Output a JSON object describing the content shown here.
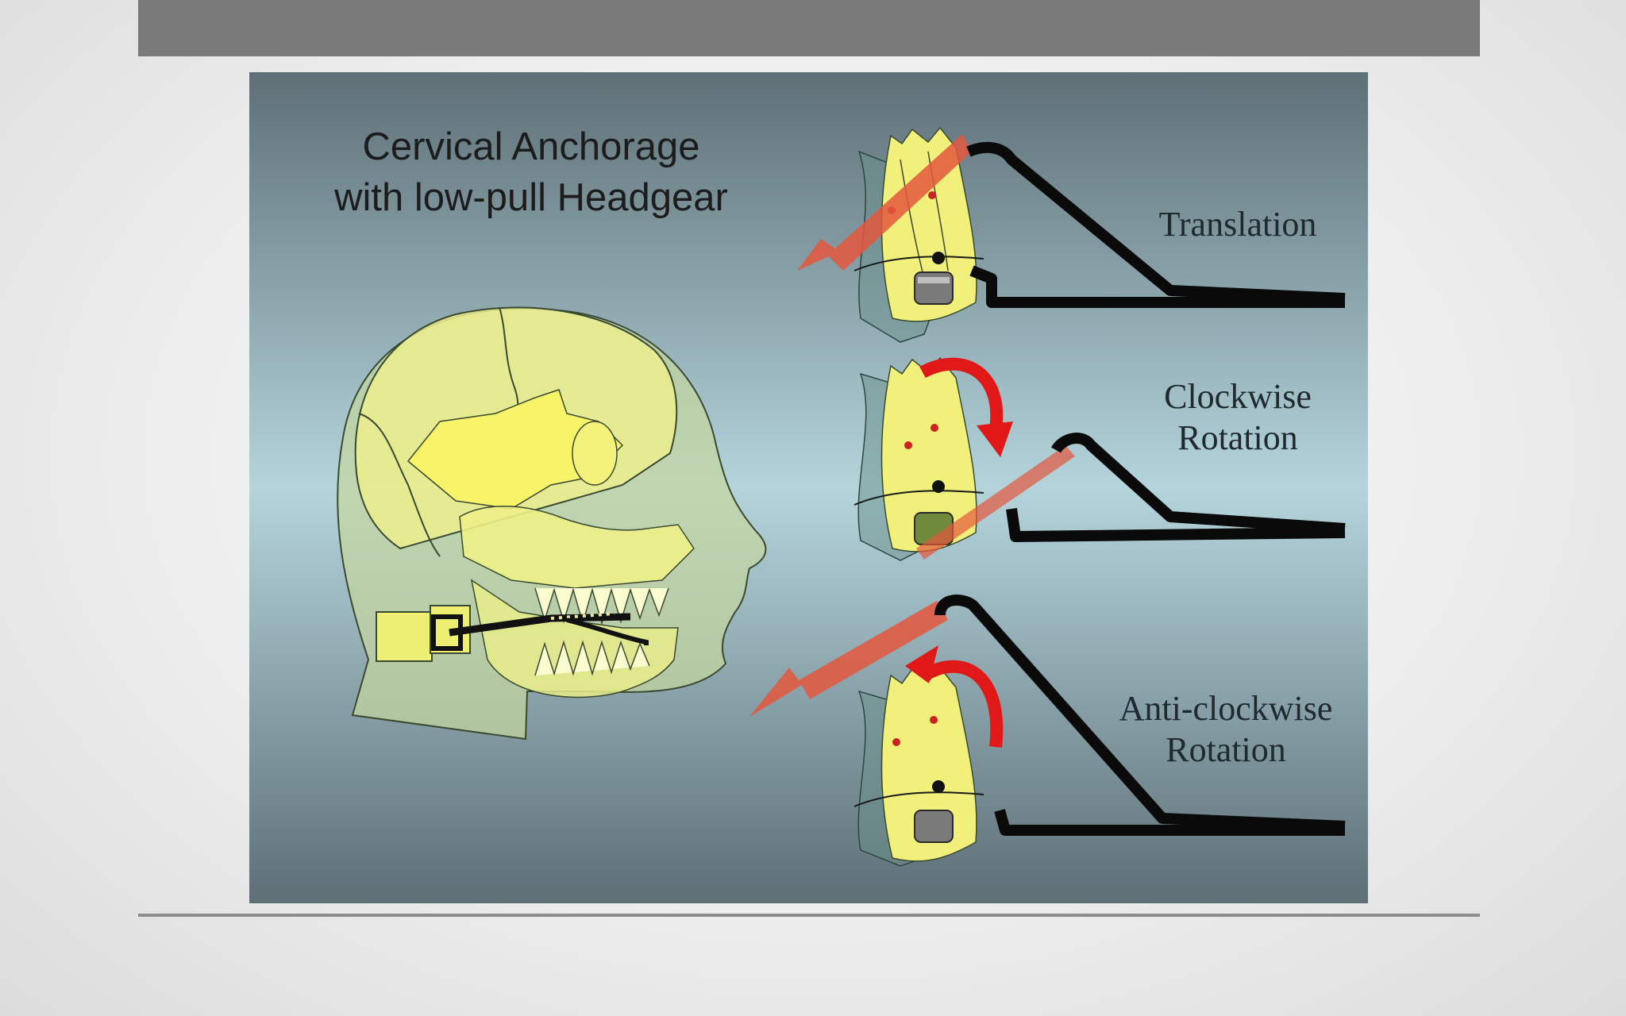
{
  "slide": {
    "figure": {
      "title_line1": "Cervical Anchorage",
      "title_line2": "with low-pull Headgear",
      "panels": [
        {
          "id": "translation",
          "label_lines": [
            "Translation"
          ]
        },
        {
          "id": "clockwise",
          "label_lines": [
            "Clockwise",
            "Rotation"
          ]
        },
        {
          "id": "anticlockwise",
          "label_lines": [
            "Anti-clockwise",
            "Rotation"
          ]
        }
      ]
    }
  },
  "colors": {
    "title_bar": "#7a7a7a",
    "figure_top": "#5e6f76",
    "figure_middle": "#b4d4dc",
    "figure_bottom": "#5e6f76",
    "bone": "#f2f28a",
    "force_arrow": "#e4573d",
    "rotation_arrow": "#e01818",
    "facebow": "#0a0a0a"
  },
  "icons": [
    "skull-illustration",
    "molar-tooth",
    "force-arrow",
    "rotation-arrow",
    "facebow-wire"
  ]
}
